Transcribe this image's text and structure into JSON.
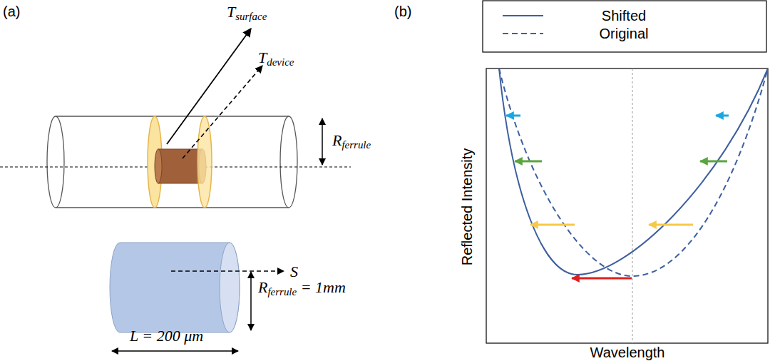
{
  "diagram": {
    "labels": [
      "(a)",
      "(b)",
      "Tsurface",
      "Tdevice",
      "Rferrule",
      "Rferrule = 1mm",
      "S",
      "L = 200 μm",
      "Reflected Intensity",
      "Wavelength"
    ],
    "legend": [
      {
        "text": "Shifted"
      },
      {
        "text": "Original"
      }
    ]
  }
}
